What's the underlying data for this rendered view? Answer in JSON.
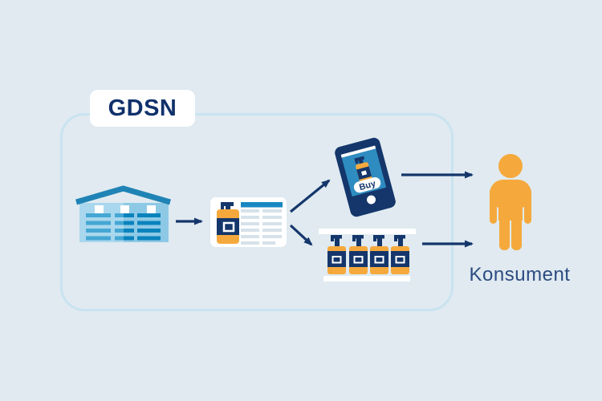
{
  "diagram": {
    "gdsn": {
      "label": "GDSN"
    },
    "phone": {
      "buy_label": "Buy"
    },
    "consumer": {
      "label": "Konsument"
    },
    "icons": [
      "warehouse-icon",
      "product-data-card-icon",
      "smartphone-icon",
      "store-shelf-icon",
      "consumer-person-icon"
    ],
    "flows": [
      "warehouse to product-data-card",
      "product-data-card to smartphone",
      "product-data-card to store-shelf",
      "smartphone to consumer",
      "store-shelf to consumer"
    ]
  },
  "colors": {
    "background": "#E0EAF0",
    "frame_border": "#C9E3F0",
    "navy": "#14366B",
    "heading_navy": "#11316B",
    "text_navy": "#2B4B80",
    "orange": "#F5A93C",
    "roof_blue": "#1F83B5",
    "building_light": "#A9D7ED",
    "building_dark": "#8DC9E5",
    "stripe_light": "#45A7D3",
    "stripe_dark": "#0A83BD",
    "card_header_blue": "#1787C1",
    "card_line": "#D6E2EA",
    "screen_blue": "#2F8CC0",
    "white": "#FFFFFF"
  }
}
